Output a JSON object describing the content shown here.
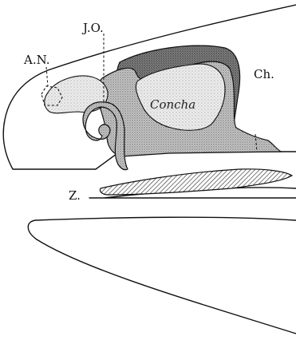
{
  "figure": {
    "labels": {
      "an": "A.N.",
      "jo": "J.O.",
      "concha": "Concha",
      "ch": "Ch.",
      "z": "Z."
    }
  }
}
